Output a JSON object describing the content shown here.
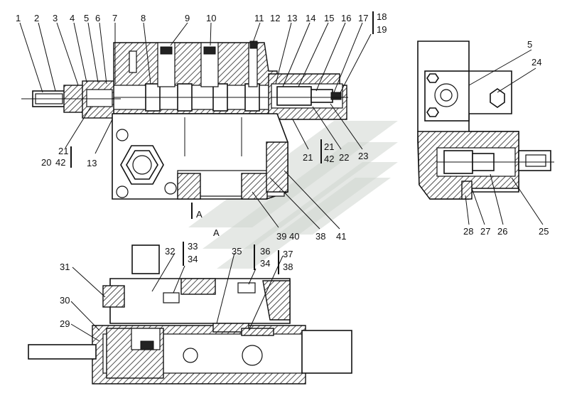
{
  "diagram": {
    "section_label": "A",
    "view_label": "A",
    "callouts": [
      "1",
      "2",
      "3",
      "4",
      "5",
      "6",
      "7",
      "8",
      "9",
      "10",
      "11",
      "12",
      "13",
      "14",
      "15",
      "16",
      "17",
      "18",
      "19",
      "20",
      "42",
      "21",
      "13",
      "21",
      "42",
      "22",
      "23",
      "21",
      "39",
      "40",
      "38",
      "41",
      "5",
      "24",
      "28",
      "27",
      "26",
      "25",
      "32",
      "33",
      "34",
      "31",
      "35",
      "36",
      "34",
      "37",
      "38",
      "30",
      "29"
    ]
  }
}
